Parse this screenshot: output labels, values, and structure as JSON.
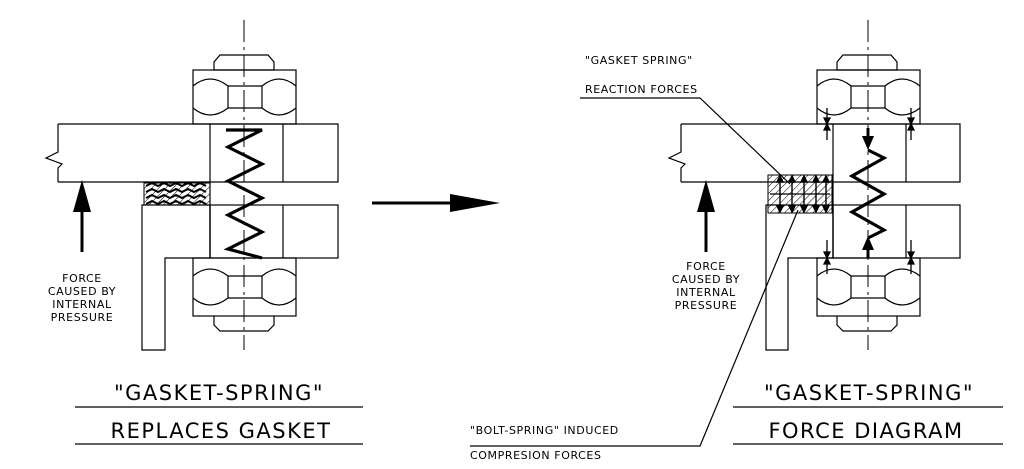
{
  "left_panel": {
    "force_label": [
      "FORCE",
      "CAUSED BY",
      "INTERNAL",
      "PRESSURE"
    ],
    "title_line1": "\"GASKET-SPRING\"",
    "title_line2": "REPLACES GASKET"
  },
  "right_panel": {
    "force_label": [
      "FORCE",
      "CAUSED BY",
      "INTERNAL",
      "PRESSURE"
    ],
    "callout_top_line1": "\"GASKET SPRING\"",
    "callout_top_line2": "REACTION FORCES",
    "callout_bottom_line1": "\"BOLT-SPRING\" INDUCED",
    "callout_bottom_line2": "COMPRESION FORCES",
    "title_line1": "\"GASKET-SPRING\"",
    "title_line2": "FORCE DIAGRAM"
  }
}
